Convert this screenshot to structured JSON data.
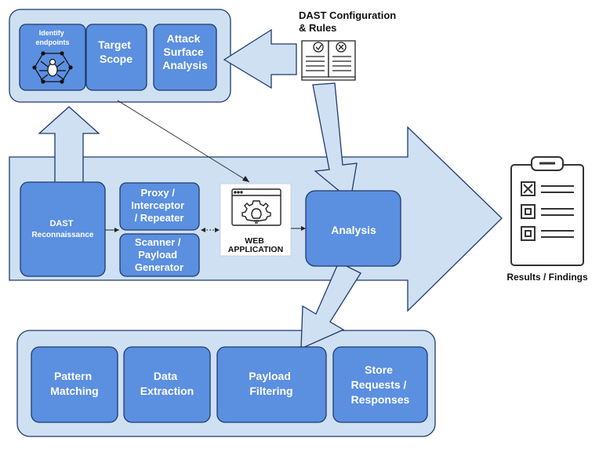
{
  "config_label": [
    "DAST Configuration",
    "& Rules"
  ],
  "results_label": "Results / Findings",
  "top_group": {
    "identify": [
      "Identify",
      "endpoints"
    ],
    "target": [
      "Target",
      "Scope"
    ],
    "attack": [
      "Attack",
      "Surface",
      "Analysis"
    ]
  },
  "reconnaissance": [
    "DAST",
    "Reconnaissance"
  ],
  "proxy": [
    "Proxy /",
    "Interceptor",
    "/ Repeater"
  ],
  "scanner": [
    "Scanner /",
    "Payload",
    "Generator"
  ],
  "web_app": [
    "WEB",
    "APPLICATION"
  ],
  "analysis": "Analysis",
  "bottom_group": {
    "pattern": [
      "Pattern",
      "Matching"
    ],
    "extraction": [
      "Data",
      "Extraction"
    ],
    "filtering": [
      "Payload",
      "Filtering"
    ],
    "store": [
      "Store",
      "Requests /",
      "Responses"
    ]
  },
  "colors": {
    "panel": "#cfe0f3",
    "box": "#5b8fe0",
    "border": "#1f3a6e"
  }
}
